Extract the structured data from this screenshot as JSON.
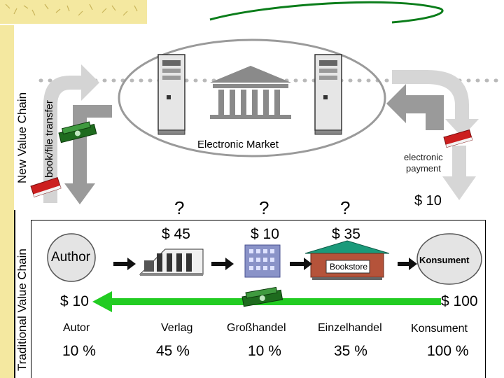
{
  "side_labels": {
    "new_chain": "New Value Chain",
    "traditional_chain": "Traditional Value Chain"
  },
  "top": {
    "book_transfer": "book/file transfer",
    "market_label": "Electronic Market",
    "payment_label_1": "electronic",
    "payment_label_2": "payment",
    "payment_amount": "$ 10"
  },
  "chain": {
    "question_marks": [
      "?",
      "?",
      "?"
    ],
    "prices": [
      "$ 45",
      "$ 10",
      "$ 35"
    ],
    "author_node": "Author",
    "bookstore_node": "Bookstore",
    "consumer_node": "Konsument",
    "flow_left_amount": "$ 10",
    "flow_right_amount": "$ 100"
  },
  "roles": [
    {
      "name": "Autor",
      "share": "10 %"
    },
    {
      "name": "Verlag",
      "share": "45 %"
    },
    {
      "name": "Großhandel",
      "share": "10 %"
    },
    {
      "name": "Einzelhandel",
      "share": "35 %"
    },
    {
      "name": "Konsument",
      "share": "100 %"
    }
  ],
  "colors": {
    "money_flow": "#22cc22",
    "book_red": "#cc1f1f",
    "bookstore_roof": "#1a9a7a",
    "sidebar": "#f4e8a0",
    "arrow_gray": "#cfcfcf"
  }
}
